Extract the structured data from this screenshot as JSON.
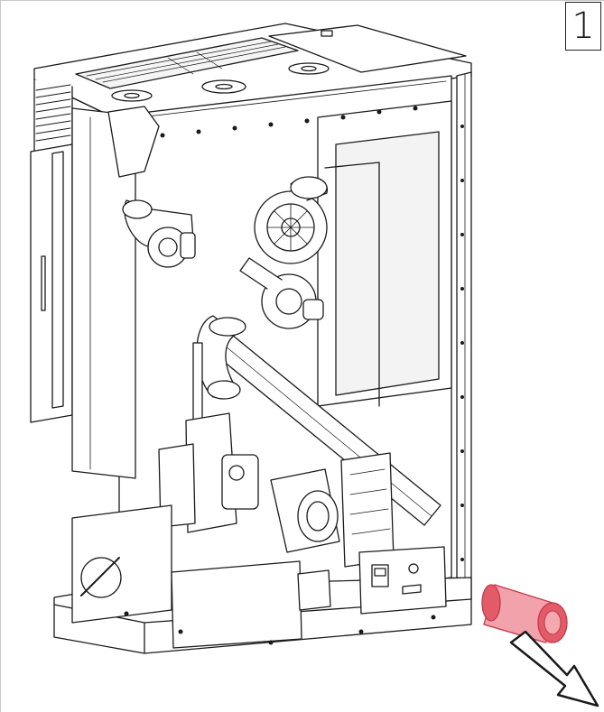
{
  "step": {
    "number": "1"
  },
  "colors": {
    "line": "#1a1a1a",
    "panel_fill": "#ffffff",
    "shade": "#e9e9e9",
    "pipe_red": "#e35a68",
    "pipe_red_light": "#f4a9b0",
    "arrow": "#1a1a1a"
  },
  "icons": [
    "step-number-box",
    "removal-arrow-icon",
    "smoke-pipe-part",
    "grille-icon"
  ]
}
